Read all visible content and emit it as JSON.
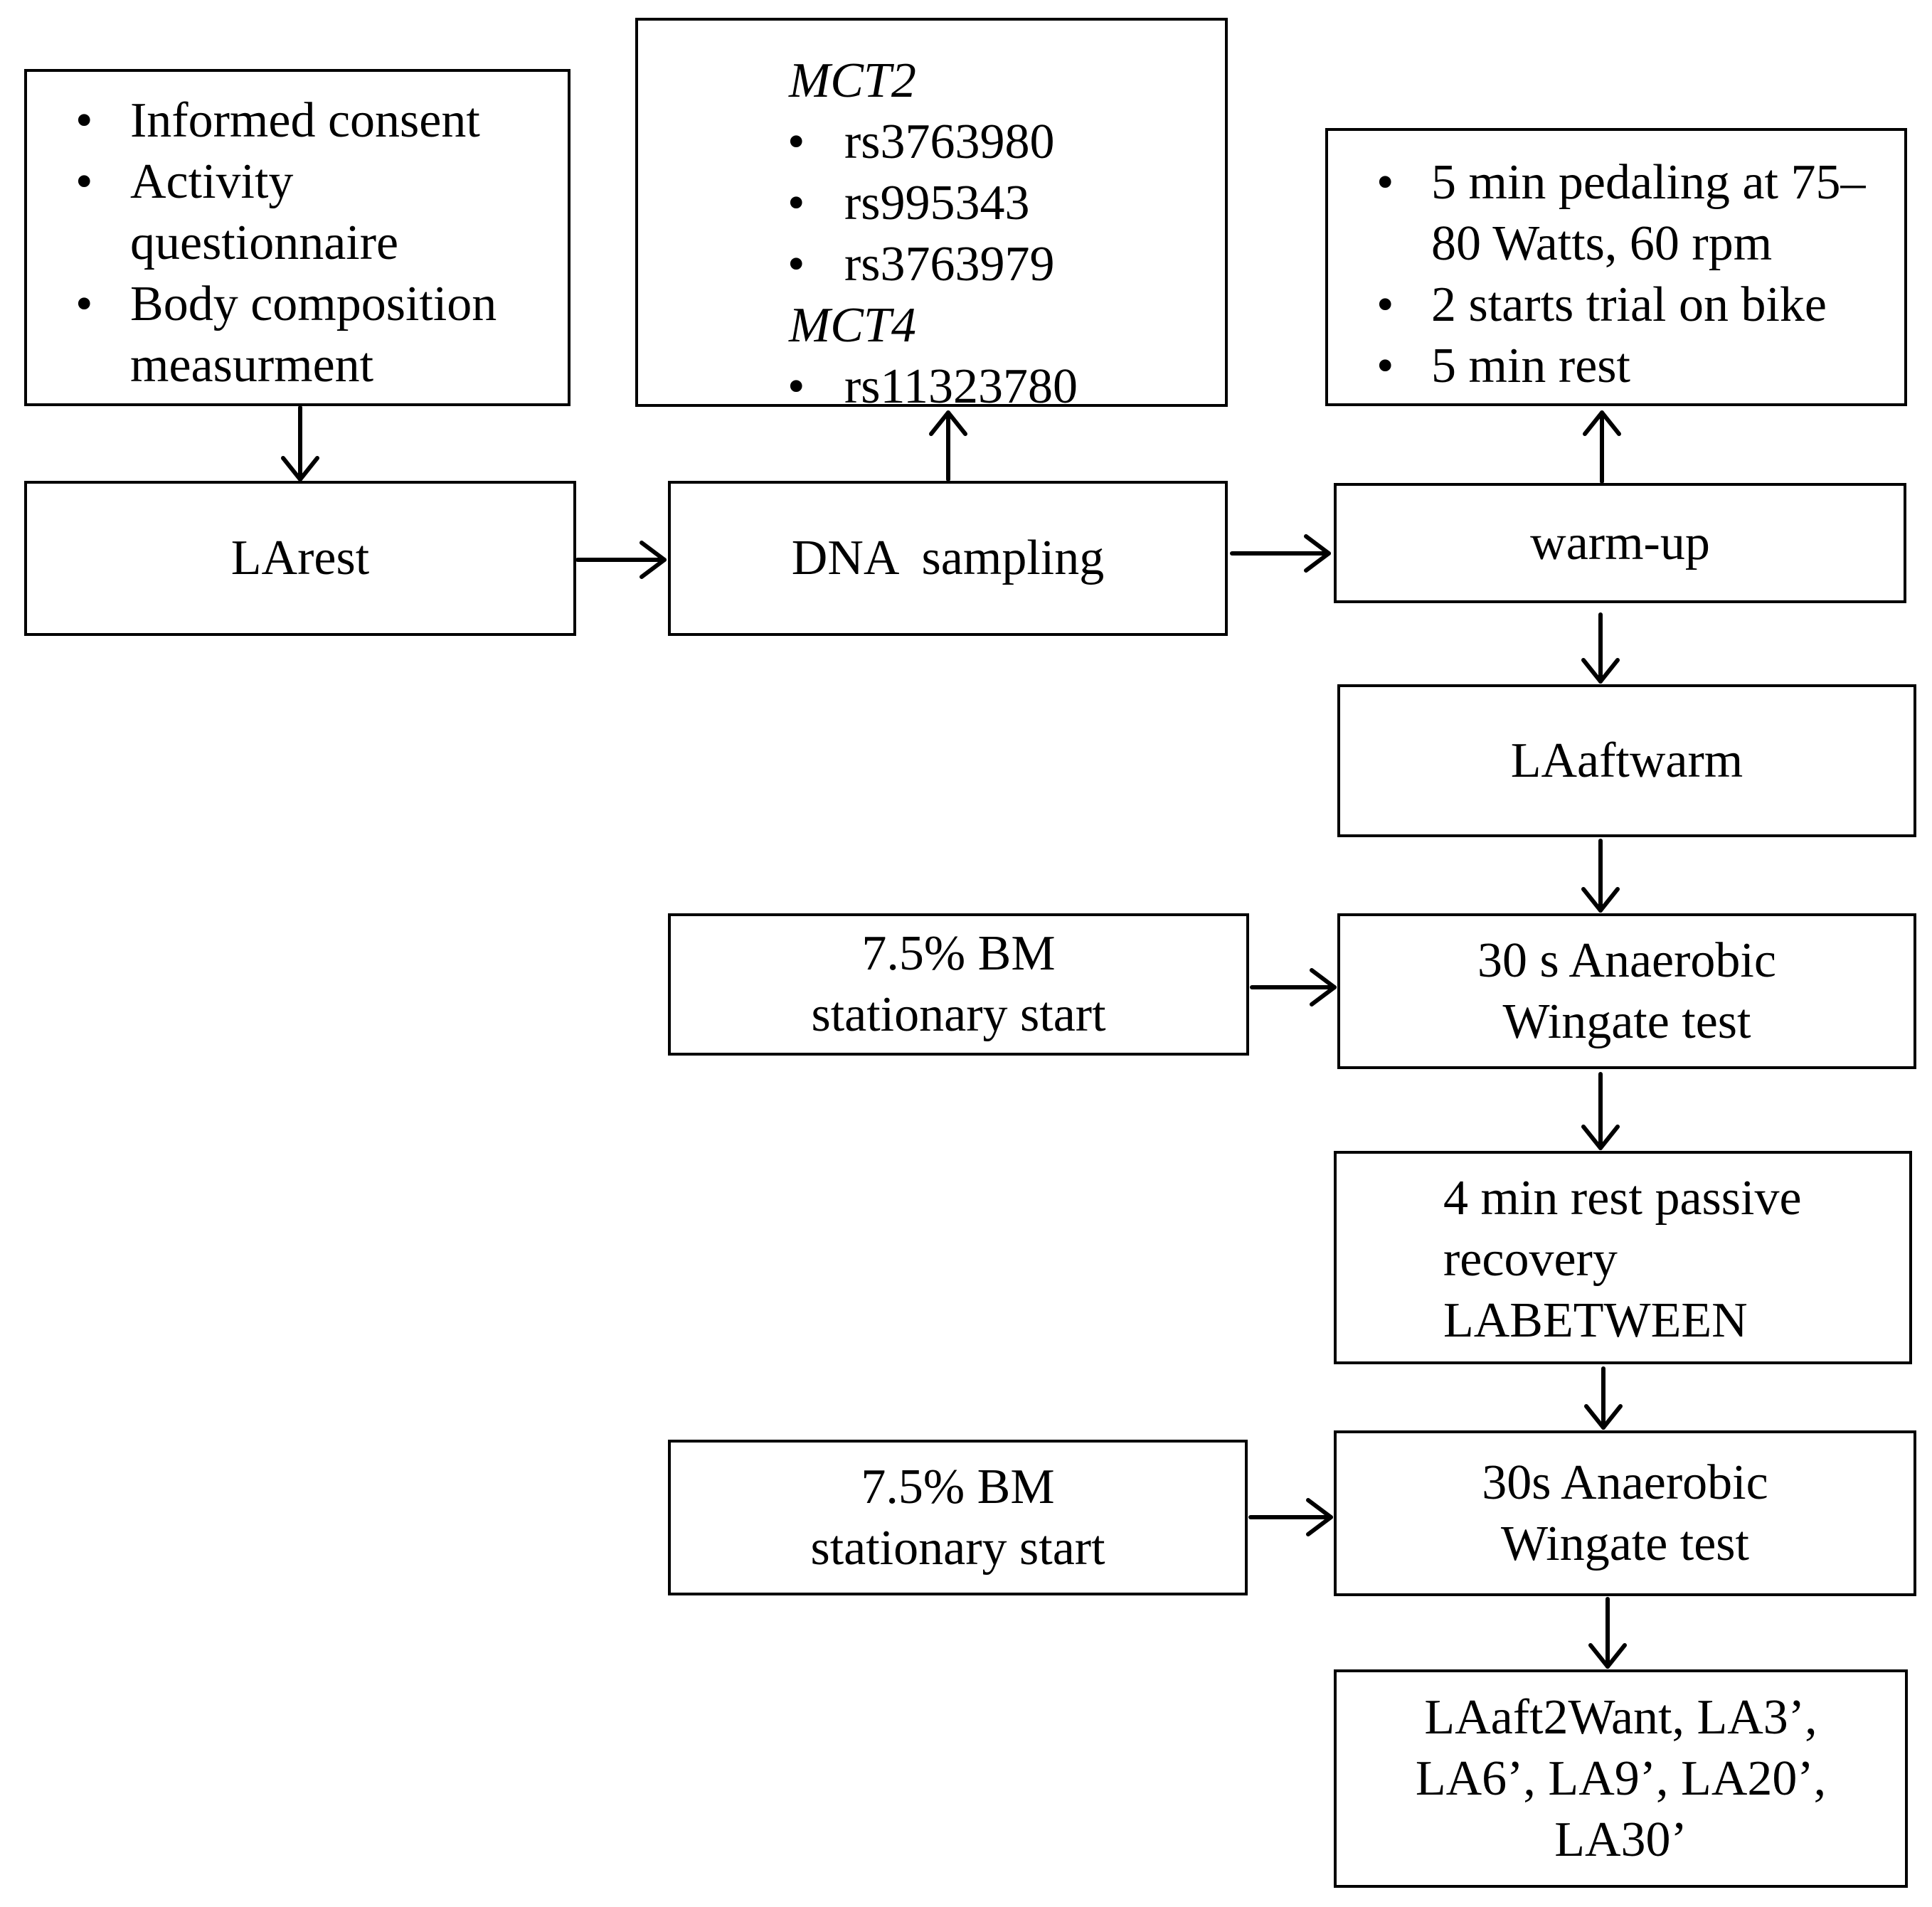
{
  "consent_box": {
    "items": [
      "Informed consent",
      "Activity questionnaire",
      "Body composition measurment"
    ]
  },
  "genotype_box": {
    "gene1": "MCT2",
    "gene1_snps": [
      "rs3763980",
      "rs995343",
      "rs3763979"
    ],
    "gene2": "MCT4",
    "gene2_snps": [
      "rs11323780"
    ]
  },
  "warmup_details_box": {
    "items": [
      "5 min pedaling at 75–80 Watts, 60 rpm",
      "2 starts trial on bike",
      "5 min rest"
    ]
  },
  "nodes": {
    "larest": "LArest",
    "dna_sampling": "DNA  sampling",
    "warm_up": "warm-up",
    "laaftwarm": "LAaftwarm",
    "start1_line1": "7.5% BM",
    "start1_line2": "stationary start",
    "wingate1_line1": "30 s Anaerobic",
    "wingate1_line2": "Wingate test",
    "recovery_line1": "4 min rest passive",
    "recovery_line2": "recovery",
    "recovery_line3": "LABETWEEN",
    "start2_line1": "7.5% BM",
    "start2_line2": "stationary start",
    "wingate2_line1": "30s Anaerobic",
    "wingate2_line2": "Wingate test",
    "final_line1": "LAaft2Want, LA3’,",
    "final_line2": "LA6’, LA9’, LA20’,",
    "final_line3": "LA30’"
  }
}
